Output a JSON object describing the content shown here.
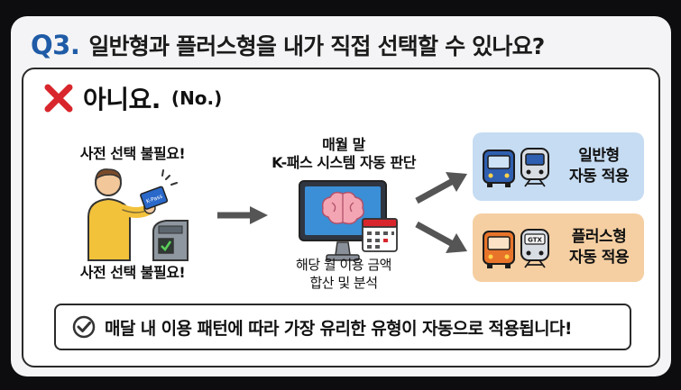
{
  "header": {
    "number": "Q3.",
    "question": "일반형과 플러스형을 내가 직접 선택할 수 있나요?"
  },
  "answer": {
    "text": "아니요.",
    "english": "(No.)"
  },
  "left": {
    "label_top": "사전 선택 불필요!",
    "label_bottom": "사전 선택 불필요!",
    "card_text": "K-Pass"
  },
  "center": {
    "title_line1": "매월 말",
    "title_line2": "K-패스 시스템 자동 판단",
    "desc_line1": "해당 월 이용 금액",
    "desc_line2": "합산 및 분석"
  },
  "options": [
    {
      "line1": "일반형",
      "line2": "자동 적용",
      "color": "#c6dcf2"
    },
    {
      "line1": "플러스형",
      "line2": "자동 적용",
      "color": "#f5cfa2",
      "train_badge": "GTX"
    }
  ],
  "result": {
    "text": "매달 내 이용 패턴에 따라 가장 유리한 유형이 자동으로 적용됩니다!"
  },
  "colors": {
    "title_blue": "#1f5ba6",
    "x_red": "#d8262c",
    "arrow_gray": "#555555"
  }
}
